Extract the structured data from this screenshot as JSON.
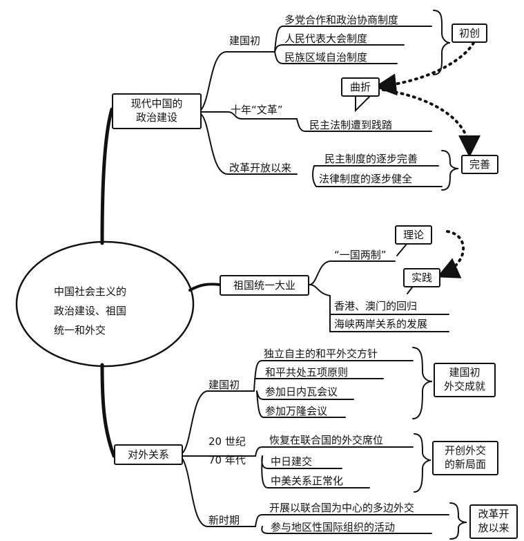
{
  "center": {
    "line1": "中国社会主义的",
    "line2": "政治建设、祖国",
    "line3": "统一和外交"
  },
  "political": {
    "title_line1": "现代中国的",
    "title_line2": "政治建设",
    "stages": {
      "founding": {
        "label": "建国初",
        "items": [
          "多党合作和政治协商制度",
          "人民代表大会制度",
          "民族区域自治制度"
        ],
        "tag": "初创"
      },
      "cultural_revolution": {
        "label": "十年“文革”",
        "item": "民主法制遭到践踏",
        "tag": "曲折"
      },
      "reform": {
        "label": "改革开放以来",
        "items": [
          "民主制度的逐步完善",
          "法律制度的逐步健全"
        ],
        "tag": "完善"
      }
    }
  },
  "reunification": {
    "title": "祖国统一大业",
    "policy": "“一国两制”",
    "theory_tag": "理论",
    "practice_tag": "实践",
    "items": [
      "香港、澳门的回归",
      "海峡两岸关系的发展"
    ]
  },
  "foreign": {
    "title": "对外关系",
    "founding": {
      "label": "建国初",
      "items": [
        "独立自主的和平外交方针",
        "和平共处五项原则",
        "参加日内瓦会议",
        "参加万隆会议"
      ],
      "tag_line1": "建国初",
      "tag_line2": "外交成就"
    },
    "seventies": {
      "label_line1": "20 世纪",
      "label_line2": "70 年代",
      "items": [
        "恢复在联合国的外交席位",
        "中日建交",
        "中美关系正常化"
      ],
      "tag_line1": "开创外交",
      "tag_line2": "的新局面"
    },
    "new_era": {
      "label": "新时期",
      "items": [
        "开展以联合国为中心的多边外交",
        "参与地区性国际组织的活动"
      ],
      "tag_line1": "改革开",
      "tag_line2": "放以来"
    }
  }
}
